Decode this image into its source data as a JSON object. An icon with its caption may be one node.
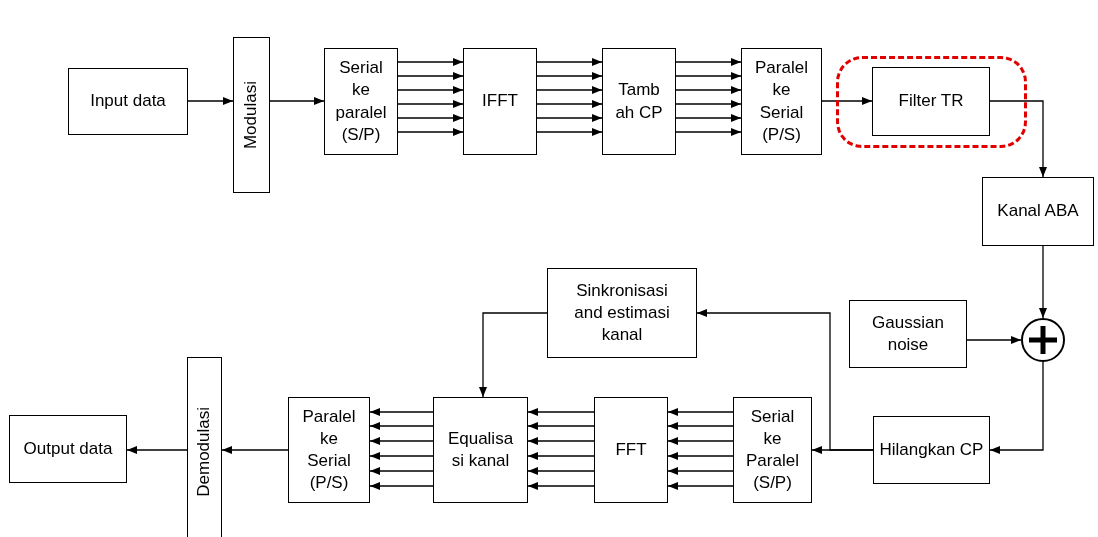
{
  "diagram": {
    "nodes": [
      {
        "text": [
          "Input data"
        ]
      },
      {
        "text": [
          "Modulasi"
        ]
      },
      {
        "text": [
          "Serial ke paralel (S/P)"
        ]
      },
      {
        "text": [
          "IFFT"
        ]
      },
      {
        "text": [
          "Tamb ah CP"
        ]
      },
      {
        "text": [
          "Paralel ke Serial (P/S)"
        ]
      },
      {
        "text": [],
        "shape": "box"
      },
      {
        "text": [
          "Filter TR"
        ],
        "in": 6
      },
      {
        "text": [
          "Kanal ABA"
        ]
      },
      {
        "text": [
          "Sinkronisasi and estimasi kanal"
        ]
      },
      {
        "text": [
          "Gaussian noise"
        ]
      },
      {
        "text": [],
        "shape": "circle"
      },
      {
        "text": [
          "Hilangkan CP"
        ]
      },
      {
        "text": [
          "Output data"
        ]
      },
      {
        "text": [
          "Demodulasi"
        ]
      },
      {
        "text": [
          "Paralel ke Serial (P/S)"
        ]
      },
      {
        "text": [
          "Equalisa si kanal"
        ]
      },
      {
        "text": [
          "FFT"
        ]
      },
      {
        "text": [
          "Serial ke Paralel (S/P)"
        ]
      }
    ],
    "edges": [
      {
        "from": 0,
        "to": 1,
        "arrow": "to"
      },
      {
        "from": 1,
        "to": 2,
        "arrow": "to"
      },
      {
        "from": 2,
        "to": 3,
        "arrow": "to"
      },
      {
        "from": 2,
        "to": 3,
        "arrow": "to"
      },
      {
        "from": 2,
        "to": 3,
        "arrow": "to"
      },
      {
        "from": 2,
        "to": 3,
        "arrow": "to"
      },
      {
        "from": 2,
        "to": 3,
        "arrow": "to"
      },
      {
        "from": 2,
        "to": 3,
        "arrow": "to"
      },
      {
        "from": 3,
        "to": 4,
        "arrow": "to"
      },
      {
        "from": 3,
        "to": 4,
        "arrow": "to"
      },
      {
        "from": 3,
        "to": 4,
        "arrow": "to"
      },
      {
        "from": 3,
        "to": 4,
        "arrow": "to"
      },
      {
        "from": 3,
        "to": 4,
        "arrow": "to"
      },
      {
        "from": 3,
        "to": 4,
        "arrow": "to"
      },
      {
        "from": 4,
        "to": 5,
        "arrow": "to"
      },
      {
        "from": 4,
        "to": 5,
        "arrow": "to"
      },
      {
        "from": 4,
        "to": 5,
        "arrow": "to"
      },
      {
        "from": 4,
        "to": 5,
        "arrow": "to"
      },
      {
        "from": 4,
        "to": 5,
        "arrow": "to"
      },
      {
        "from": 4,
        "to": 5,
        "arrow": "to"
      },
      {
        "from": 5,
        "to": 7,
        "arrow": "to"
      },
      {
        "from": 7,
        "to": 8,
        "arrow": "to"
      },
      {
        "from": 8,
        "to": 11,
        "arrow": "to"
      },
      {
        "from": 10,
        "to": 11,
        "arrow": "to"
      },
      {
        "from": 11,
        "to": 12,
        "arrow": "to"
      },
      {
        "from": 12,
        "to": 18,
        "arrow": "to"
      },
      {
        "from": 12,
        "to": 9,
        "arrow": "to"
      },
      {
        "from": 9,
        "to": 16,
        "arrow": "to"
      },
      {
        "from": 18,
        "to": 17,
        "arrow": "to"
      },
      {
        "from": 18,
        "to": 17,
        "arrow": "to"
      },
      {
        "from": 18,
        "to": 17,
        "arrow": "to"
      },
      {
        "from": 18,
        "to": 17,
        "arrow": "to"
      },
      {
        "from": 18,
        "to": 17,
        "arrow": "to"
      },
      {
        "from": 18,
        "to": 17,
        "arrow": "to"
      },
      {
        "from": 17,
        "to": 16,
        "arrow": "to"
      },
      {
        "from": 17,
        "to": 16,
        "arrow": "to"
      },
      {
        "from": 17,
        "to": 16,
        "arrow": "to"
      },
      {
        "from": 17,
        "to": 16,
        "arrow": "to"
      },
      {
        "from": 17,
        "to": 16,
        "arrow": "to"
      },
      {
        "from": 17,
        "to": 16,
        "arrow": "to"
      },
      {
        "from": 16,
        "to": 15,
        "arrow": "to"
      },
      {
        "from": 16,
        "to": 15,
        "arrow": "to"
      },
      {
        "from": 16,
        "to": 15,
        "arrow": "to"
      },
      {
        "from": 16,
        "to": 15,
        "arrow": "to"
      },
      {
        "from": 16,
        "to": 15,
        "arrow": "to"
      },
      {
        "from": 16,
        "to": 15,
        "arrow": "to"
      },
      {
        "from": 15,
        "to": 14,
        "arrow": "to"
      },
      {
        "from": 14,
        "to": 13,
        "arrow": "to"
      }
    ]
  }
}
